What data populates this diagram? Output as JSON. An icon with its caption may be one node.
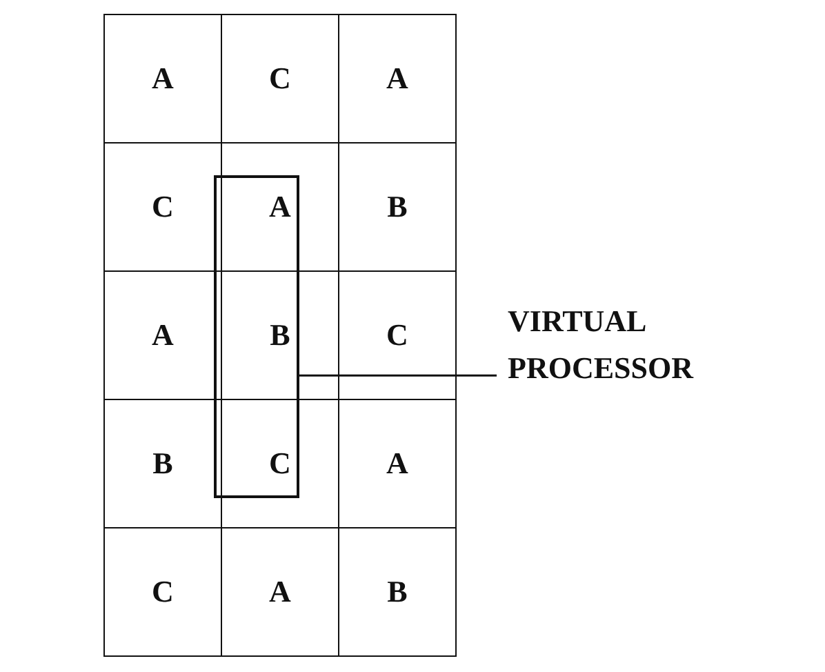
{
  "diagram": {
    "nodes": [
      {
        "text": [
          "A"
        ]
      },
      {
        "text": [
          "C"
        ]
      },
      {
        "text": [
          "A"
        ]
      },
      {
        "text": [
          "C"
        ]
      },
      {
        "text": [
          "A"
        ]
      },
      {
        "text": [
          "B"
        ]
      },
      {
        "text": [
          "A"
        ]
      },
      {
        "text": [
          "B"
        ]
      },
      {
        "text": [
          "C"
        ]
      },
      {
        "text": [
          "B"
        ]
      },
      {
        "text": [
          "C"
        ]
      },
      {
        "text": [
          "A"
        ]
      },
      {
        "text": [
          "C"
        ]
      },
      {
        "text": [
          "A"
        ]
      },
      {
        "text": [
          "B"
        ]
      },
      {
        "text": [],
        "shape": "box"
      },
      {
        "text": [
          "VIRTUAL PROCESSOR"
        ]
      }
    ],
    "edges": [
      {
        "from": 16,
        "to": 15,
        "arrow": "none"
      }
    ]
  }
}
